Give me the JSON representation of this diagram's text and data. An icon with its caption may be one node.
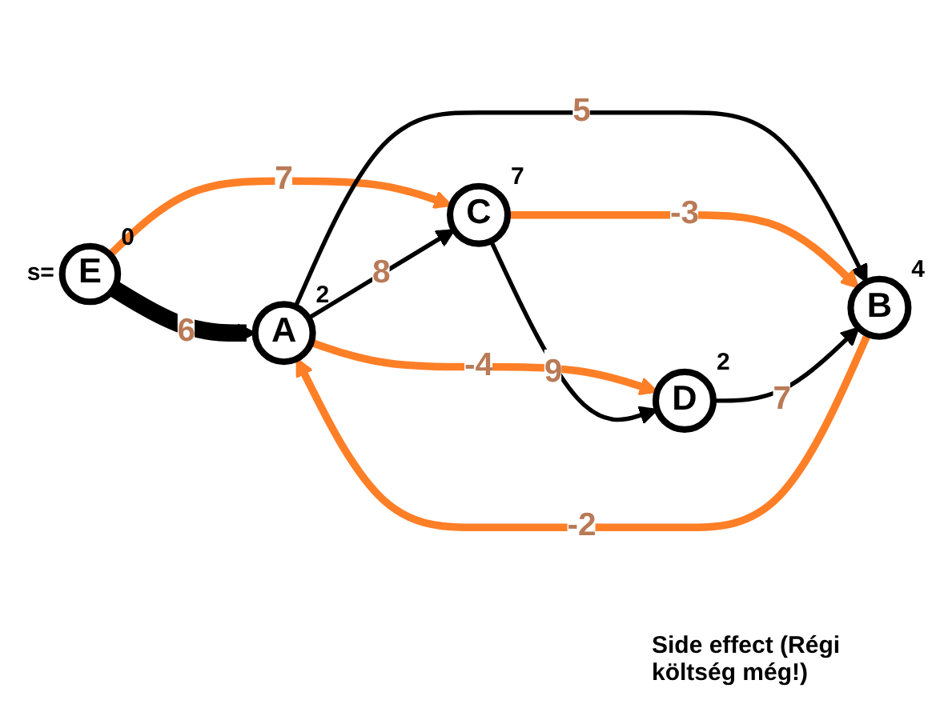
{
  "diagram": {
    "caption": "Side effect (Régi költség még!)",
    "nodes": [
      {
        "text": [
          "A"
        ],
        "beside": [
          "2"
        ]
      },
      {
        "text": [
          "B"
        ],
        "beside": [
          "4"
        ]
      },
      {
        "text": [
          "E"
        ],
        "beside": [
          "s=",
          "0"
        ]
      },
      {
        "text": [
          "C"
        ],
        "beside": [
          "7"
        ]
      },
      {
        "text": [
          "D"
        ],
        "beside": [
          "2"
        ]
      }
    ],
    "edges": [
      {
        "from": 2,
        "to": 0,
        "arrow": "to",
        "label": "6",
        "style": "thick"
      },
      {
        "from": 2,
        "to": 3,
        "arrow": "to",
        "label": "7",
        "color": "#ff7f27"
      },
      {
        "from": 0,
        "to": 1,
        "arrow": "to",
        "label": "5"
      },
      {
        "from": 1,
        "to": 0,
        "arrow": "to",
        "label": "-2",
        "color": "#ff7f27"
      },
      {
        "from": 0,
        "to": 3,
        "arrow": "to",
        "label": "8"
      },
      {
        "from": 0,
        "to": 4,
        "arrow": "to",
        "label": "-4",
        "color": "#ff7f27"
      },
      {
        "from": 3,
        "to": 1,
        "arrow": "to",
        "label": "-3",
        "color": "#ff7f27"
      },
      {
        "from": 3,
        "to": 4,
        "arrow": "to",
        "label": "9"
      },
      {
        "from": 4,
        "to": 1,
        "arrow": "to",
        "label": "7"
      }
    ]
  }
}
